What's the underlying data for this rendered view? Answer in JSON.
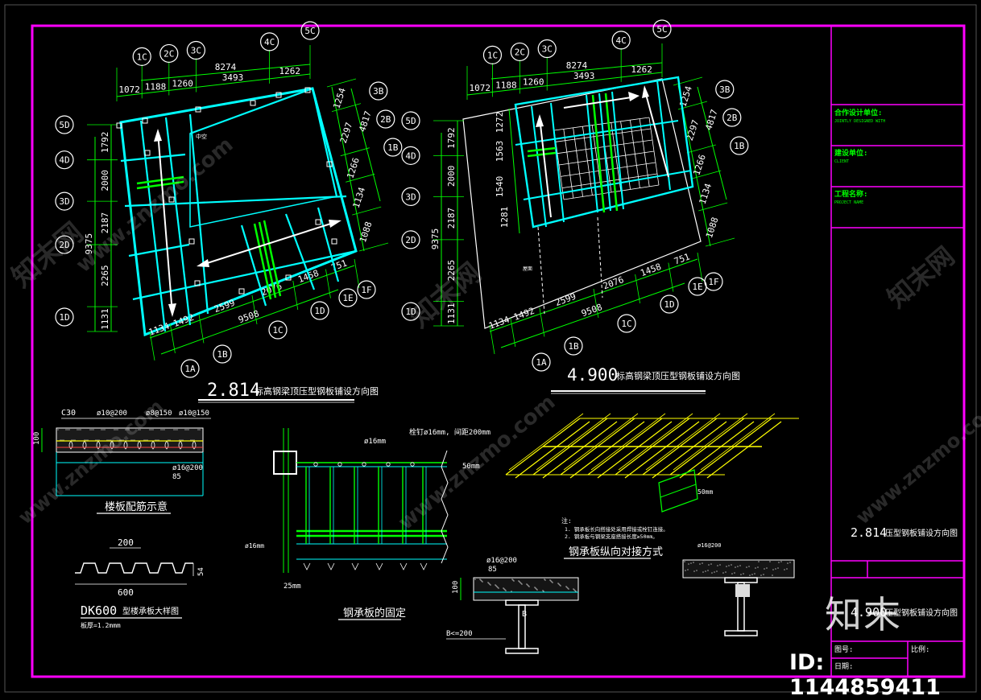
{
  "plan_left": {
    "title_num": "2.814",
    "title_text": "标高钢梁顶压型钢板铺设方向图",
    "top_dims_row1": [
      "1072",
      "1188",
      "1260",
      "3493",
      "1262"
    ],
    "top_total": "8274",
    "top_axes": [
      "1C",
      "2C",
      "3C",
      "4C",
      "5C"
    ],
    "left_axes": [
      "5D",
      "4D",
      "3D",
      "2D",
      "1D"
    ],
    "left_dims": [
      "1792",
      "2000",
      "2187",
      "2265",
      "1131"
    ],
    "left_total": "9375",
    "right_axes": [
      "3B",
      "2B",
      "1B"
    ],
    "right_dims": [
      "1254",
      "2297",
      "1266",
      "1134",
      "1088"
    ],
    "right_total": "4817",
    "bottom_dims": [
      "1134",
      "1492",
      "2599",
      "2076",
      "1458",
      "751"
    ],
    "bottom_total": "9508",
    "bottom_axes": [
      "1A",
      "1B",
      "1C",
      "1D",
      "1E",
      "1F"
    ],
    "void_label": "中空"
  },
  "plan_right": {
    "title_num": "4.900",
    "title_text": "标高钢梁顶压型钢板铺设方向图",
    "top_dims_row1": [
      "1072",
      "1188",
      "1260",
      "3493",
      "1262"
    ],
    "top_total": "8274",
    "top_axes": [
      "1C",
      "2C",
      "3C",
      "4C",
      "5C"
    ],
    "left_axes": [
      "5D",
      "4D",
      "3D",
      "2D",
      "1D"
    ],
    "left_dims": [
      "1792",
      "2000",
      "2187",
      "2265",
      "1131"
    ],
    "left_total": "9375",
    "inner_dims": [
      "1272",
      "1563",
      "1540",
      "1281"
    ],
    "right_axes": [
      "3B",
      "2B",
      "1B"
    ],
    "right_dims": [
      "1254",
      "2297",
      "1266",
      "1134",
      "1088"
    ],
    "right_total": "4817",
    "bottom_dims": [
      "1134",
      "1492",
      "2599",
      "2076",
      "1458",
      "751"
    ],
    "bottom_total": "9508",
    "bottom_axes": [
      "1A",
      "1B",
      "1C",
      "1D",
      "1E",
      "1F"
    ],
    "roof_label": "屋面"
  },
  "detail_slab": {
    "labels": [
      "C30",
      "ø10@200",
      "ø8@150",
      "ø10@150",
      "ø16@200",
      "85"
    ],
    "thickness": "100",
    "title": "楼板配筋示意"
  },
  "detail_deck": {
    "width_top": "200",
    "width_total": "600",
    "height": "54",
    "title": "DK600",
    "title_suffix": "型楼承板大样图",
    "note": "板厚=1.2mmm"
  },
  "detail_fix": {
    "callouts": [
      "栓钉ø16mm, 间距200mm",
      "ø16mm",
      "50mm",
      "ø16mm",
      "25mm"
    ],
    "title": "钢承板的固定"
  },
  "detail_lap": {
    "note_head": "注:",
    "notes": [
      "1. 钢承板长向搭接处采用焊接或栓钉连接。",
      "2. 钢承板与钢梁支座搭接长度≥50mm。"
    ],
    "dim": "50mm",
    "title": "钢承板纵向对接方式"
  },
  "detail_section": {
    "labels": [
      "ø16@200",
      "85",
      "100",
      "B",
      "B<=200"
    ]
  },
  "title_block": {
    "rows": [
      "合作设计单位:",
      "建设单位:",
      "工程名称:"
    ],
    "subrows": [
      "JOINTLY DESIGNED WITH",
      "CLIENT",
      "PROJECT NAME"
    ],
    "drawing_1_num": "2.814",
    "drawing_1_text": "压型钢板铺设方向图",
    "drawing_2_num": "4.900",
    "drawing_2_text": "压型钢板铺设方向图",
    "drawing_no_label": "图号:",
    "date_label": "日期:",
    "scale_label": "比例:"
  },
  "watermark": {
    "brand": "知末",
    "id_text": "ID: 1144859411",
    "url": "www.znzmo.com",
    "cn": "知末网"
  },
  "colors": {
    "frame": "#ff00ff",
    "dimension": "#00ff00",
    "beam": "#00ffff",
    "arrow": "#ffffff",
    "deck": "#ffff00",
    "axis_bubble": "#ffffff"
  }
}
